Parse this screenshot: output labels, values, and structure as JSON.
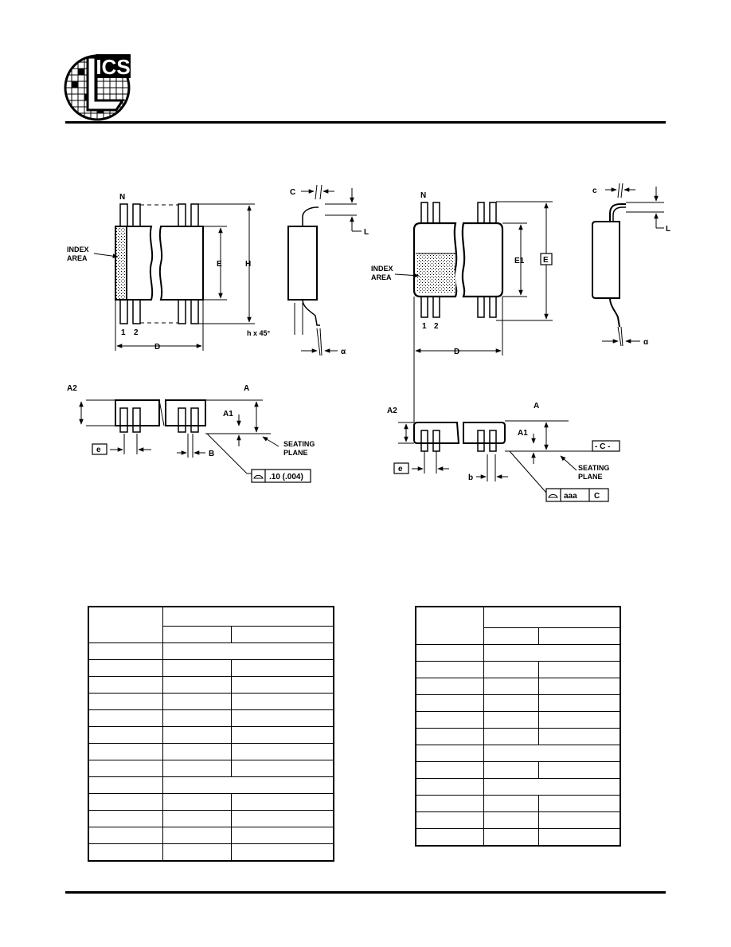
{
  "logo": {
    "text": "ICS"
  },
  "left_drawing": {
    "pin_n": "N",
    "pin_1": "1",
    "pin_2": "2",
    "index_area": [
      "INDEX",
      "AREA"
    ],
    "dim_e": "E",
    "dim_h": "H",
    "dim_d": "D",
    "dim_c": "C",
    "dim_l": "L",
    "chamfer": "h x 45°",
    "alpha": "α",
    "dim_a": "A",
    "dim_a1": "A1",
    "dim_a2": "A2",
    "pitch": "e",
    "dim_b": "B",
    "seating_plane": [
      "SEATING",
      "PLANE"
    ],
    "coplanarity": ".10 (.004)"
  },
  "right_drawing": {
    "pin_n": "N",
    "pin_1": "1",
    "pin_2": "2",
    "index_area": [
      "INDEX",
      "AREA"
    ],
    "dim_e1": "E1",
    "dim_e": "E",
    "dim_d": "D",
    "dim_c": "c",
    "dim_l": "L",
    "alpha": "α",
    "dim_a": "A",
    "dim_a1": "A1",
    "dim_a2": "A2",
    "pitch": "e",
    "dim_b": "b",
    "datum": "- C -",
    "seating_plane": [
      "SEATING",
      "PLANE"
    ],
    "tolerance": "aaa",
    "tolerance_datum": "C"
  }
}
